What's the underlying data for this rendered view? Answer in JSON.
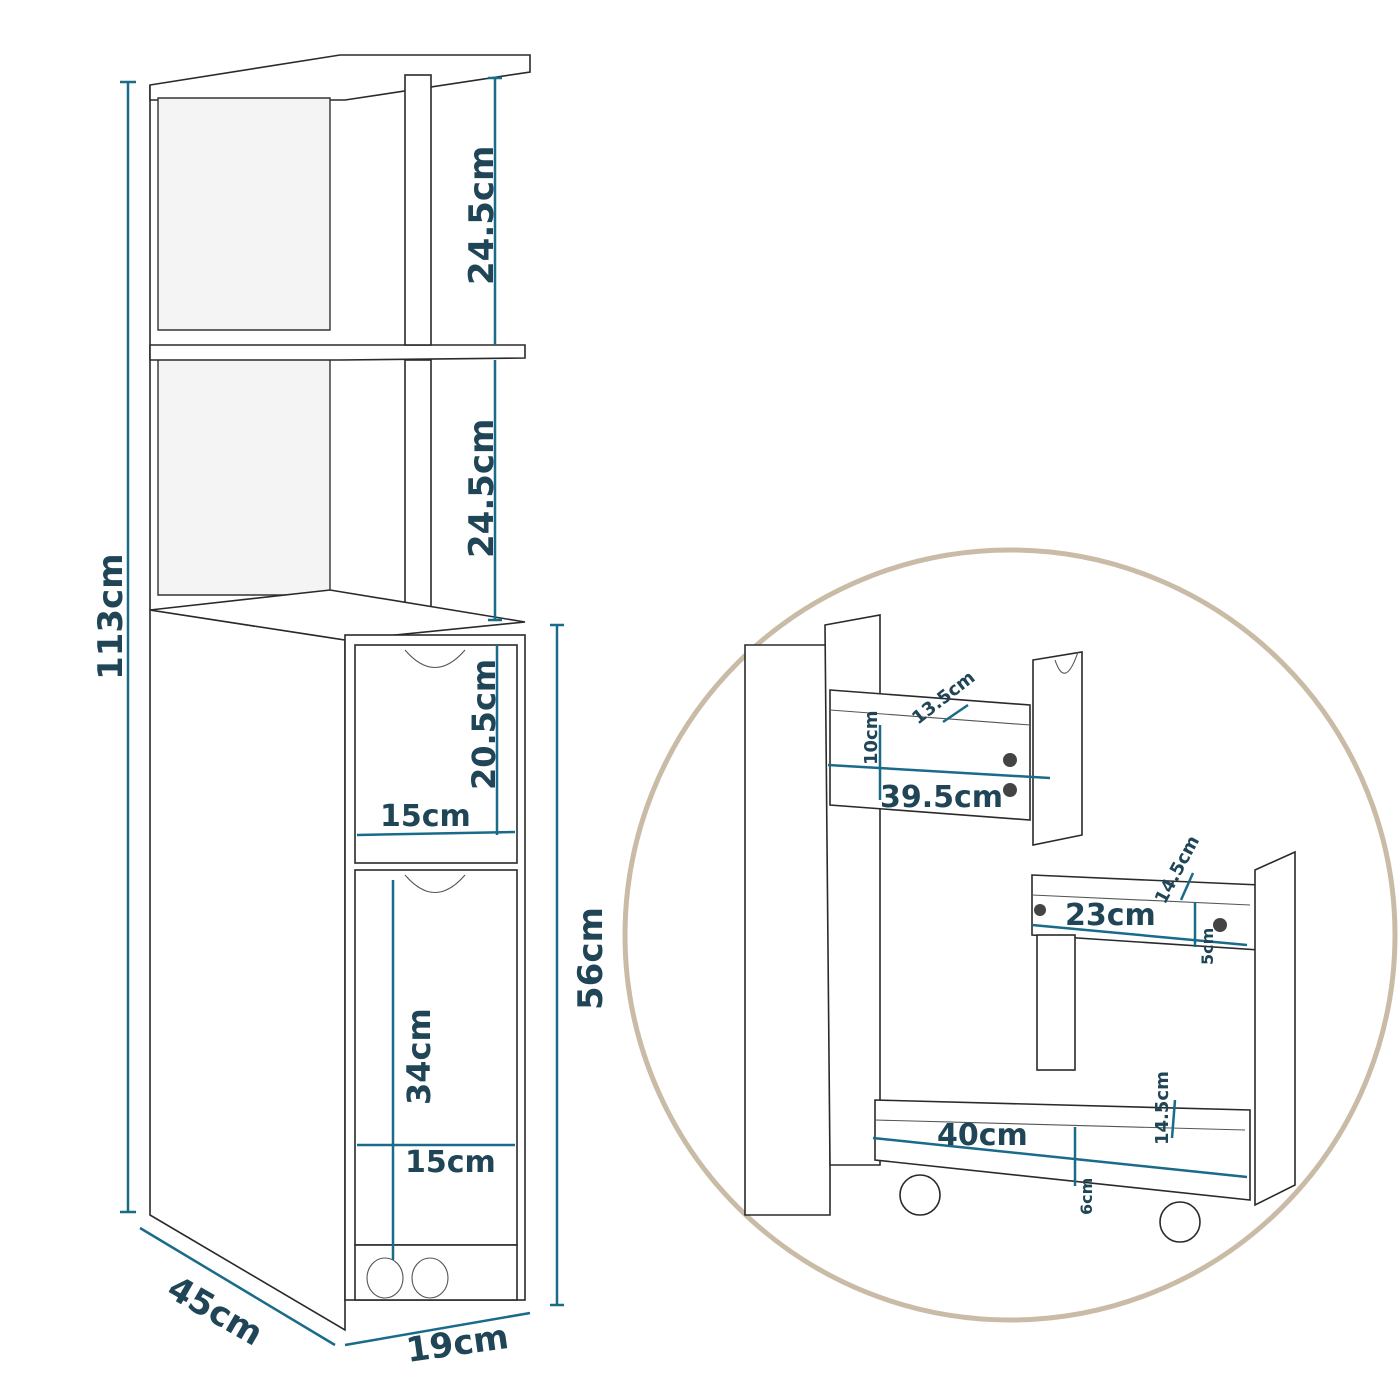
{
  "figure": {
    "type": "furniture dimension diagram",
    "subject": "slim bathroom storage cabinet with open shelves, drawer and pull-out rolling trolley",
    "accent_color": "#1a6a8a",
    "text_color": "#1f4556",
    "inset_circle_color": "#c9bba6"
  },
  "main_cabinet": {
    "labels": {
      "total_height": "113cm",
      "depth": "45cm",
      "width": "19cm",
      "lower_section_height": "56cm",
      "top_shelf_height": "24.5cm",
      "middle_shelf_height": "24.5cm",
      "drawer_height": "20.5cm",
      "drawer_width": "15cm",
      "trolley_height": "34cm",
      "trolley_width": "15cm"
    }
  },
  "detail_inset": {
    "drawer": {
      "depth": "39.5cm",
      "height": "10cm",
      "inner_width": "13.5cm"
    },
    "trolley_upper_tray": {
      "length": "23cm",
      "inner_width": "14.5cm",
      "height": "5cm"
    },
    "trolley_lower_tray": {
      "length": "40cm",
      "inner_width": "14.5cm",
      "height": "6cm"
    }
  }
}
